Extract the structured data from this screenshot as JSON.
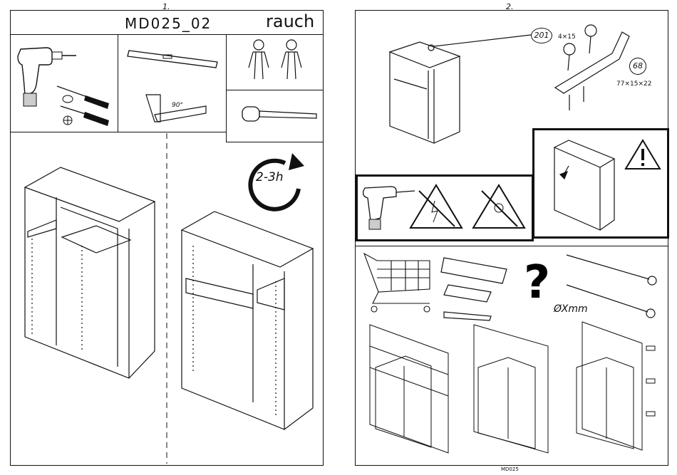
{
  "page1": {
    "number": "1.",
    "title": "MD025_02",
    "brand": "rauch",
    "angle_label": "90°",
    "time_label": "2-3h"
  },
  "page2": {
    "number": "2.",
    "part_a": {
      "id": "201",
      "size": "4×15"
    },
    "part_b": {
      "id": "68",
      "size": "77×15×22"
    },
    "drill_label": "ØXmm",
    "footer_code": "MD025"
  },
  "icons": [
    "drill-icon",
    "screwdriver-icon",
    "spirit-level-icon",
    "square-icon",
    "two-persons-icon",
    "hammer-icon",
    "clock-arrow-icon",
    "warning-icon",
    "shopping-cart-icon",
    "question-mark-icon"
  ]
}
